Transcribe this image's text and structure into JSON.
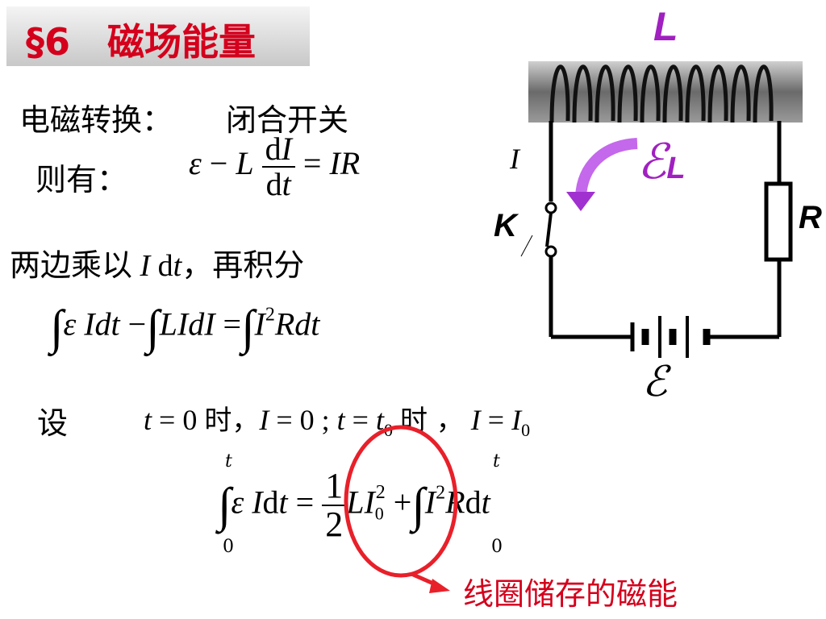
{
  "title": "§6　磁场能量",
  "intro": {
    "label": "电磁转换：",
    "action": "闭合开关"
  },
  "then_label": "则有：",
  "multiply_text": "两边乘以",
  "multiply_suffix": "，再积分",
  "set_label": "设",
  "set_shi1": "时，",
  "set_shi2": "时 ，",
  "note": "线圈储存的磁能",
  "circuit": {
    "inductor_label": "L",
    "current_label": "I",
    "switch_label": "K",
    "resistor_label": "R",
    "source_label": "ℰ",
    "self_emf_label": "ℰ",
    "self_emf_sub": "L"
  },
  "colors": {
    "title": "#d4001c",
    "emf_self": "#a020c0",
    "arrow": "#b040e0",
    "highlight": "#e8202a"
  }
}
